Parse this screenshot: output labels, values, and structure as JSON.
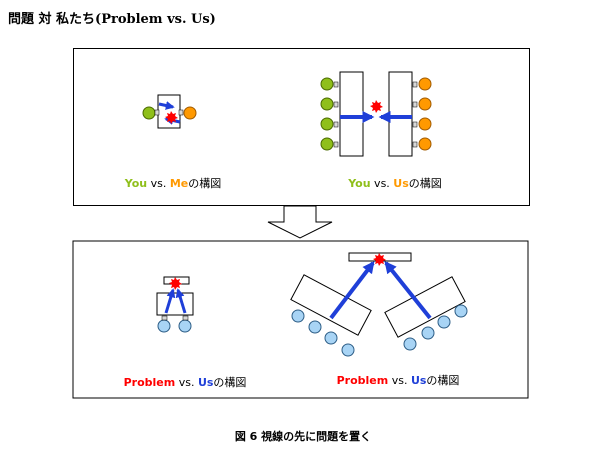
{
  "page_title": "問題 対 私たち(Problem vs. Us)",
  "top_panel": {
    "left_label": {
      "a": "You",
      "vs": " vs. ",
      "b": "Me",
      "suffix": "の構図"
    },
    "right_label": {
      "a": "You",
      "vs": " vs. ",
      "b": "Us",
      "suffix": "の構図"
    }
  },
  "bottom_panel": {
    "left_label": {
      "a": "Problem",
      "vs": " vs. ",
      "b": "Us",
      "suffix": "の構図"
    },
    "right_label": {
      "a": "Problem",
      "vs": " vs. ",
      "b": "Us",
      "suffix": "の構図"
    }
  },
  "caption": "図 6 視線の先に問題を置く",
  "colors": {
    "green": "#8fbf1a",
    "orange": "#ff9900",
    "blue": "#1f3fd8",
    "light_blue": "#a8d4f5",
    "red": "#ff0000"
  }
}
